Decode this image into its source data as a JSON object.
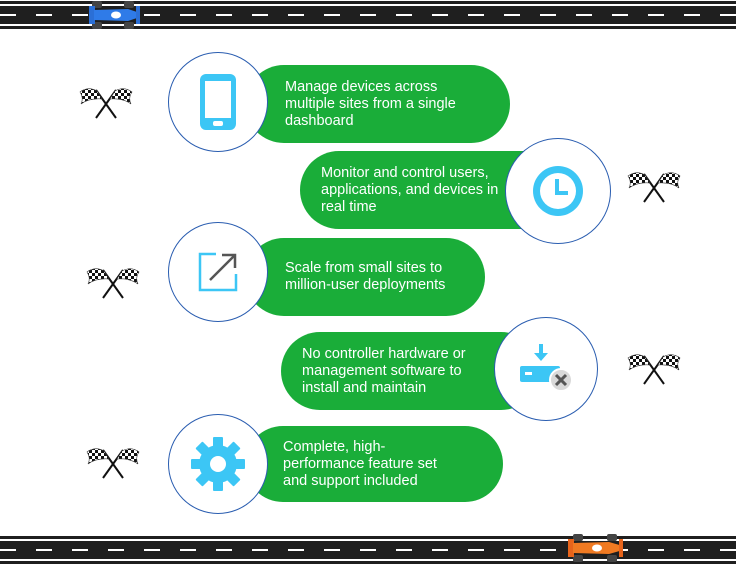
{
  "features": [
    {
      "text": "Manage devices across multiple sites from a single dashboard",
      "icon": "phone-icon"
    },
    {
      "text": "Monitor and control users, applications, and devices in real time",
      "icon": "clock-icon"
    },
    {
      "text": "Scale from small sites to million-user deployments",
      "icon": "expand-arrow-icon"
    },
    {
      "text": "No controller hardware or management software to install and maintain",
      "icon": "no-hardware-icon"
    },
    {
      "text": "Complete, high-performance feature set and support included",
      "icon": "gear-icon"
    }
  ],
  "colors": {
    "pill": "#1aad39",
    "icon": "#3cc6f5",
    "circle_border": "#2a5db0",
    "road": "#1f1f1f"
  }
}
